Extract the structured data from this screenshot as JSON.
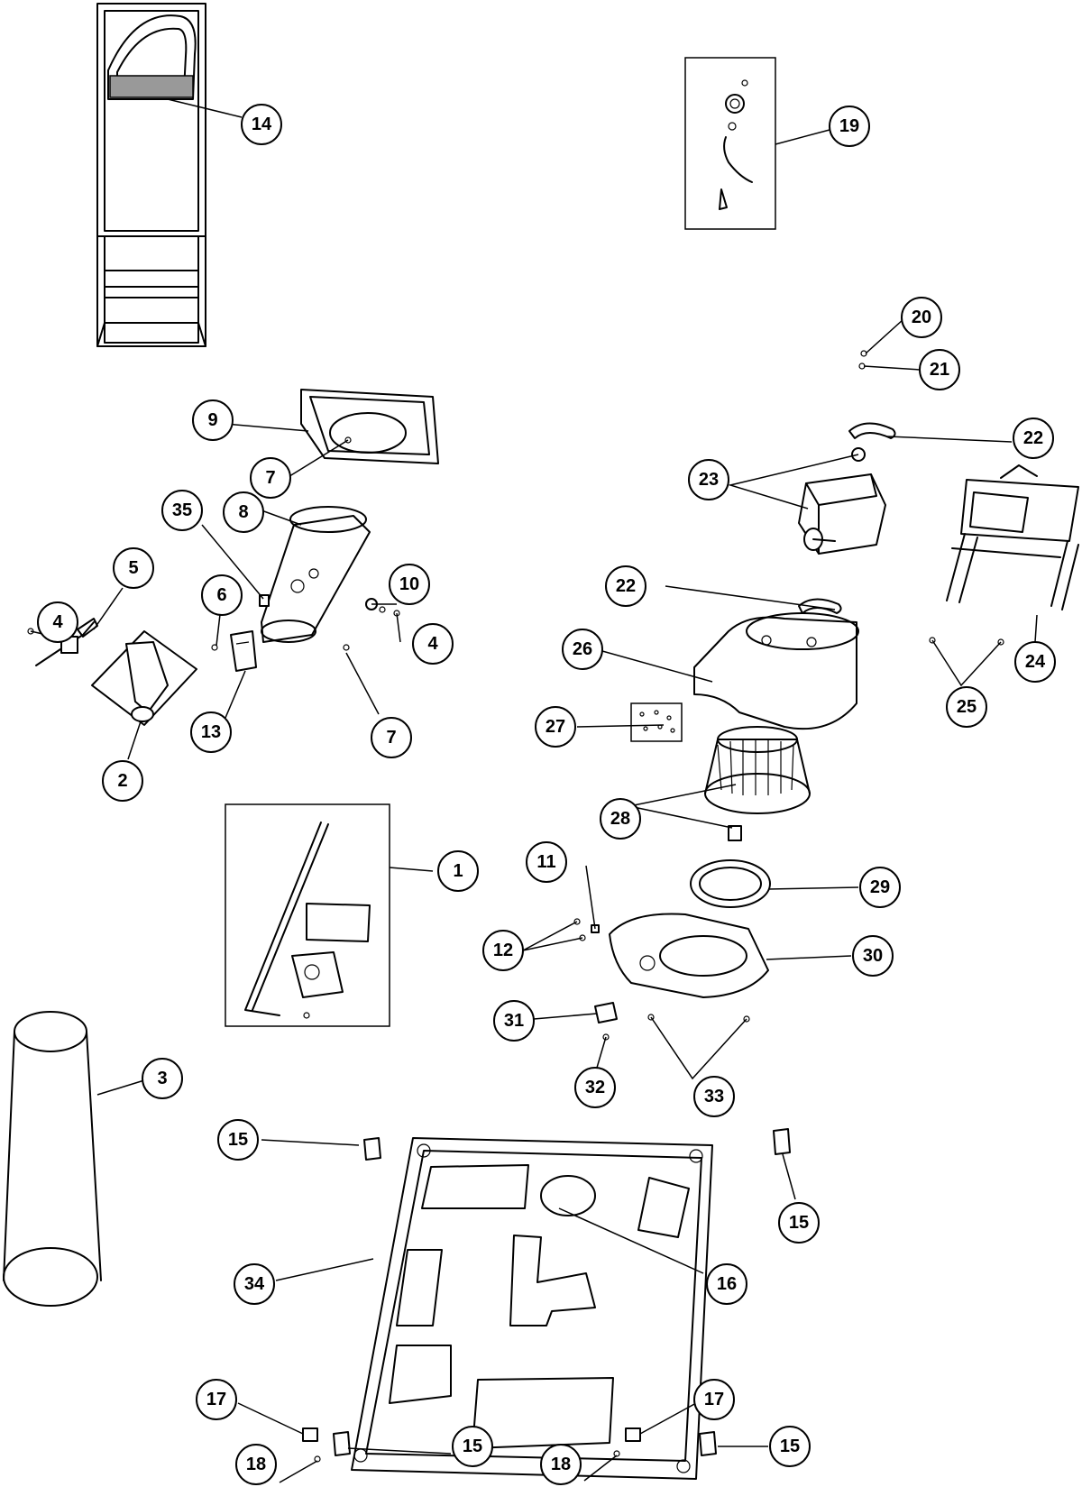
{
  "callouts": {
    "c14": "14",
    "c19": "19",
    "c20": "20",
    "c21": "21",
    "c22a": "22",
    "c22b": "22",
    "c23": "23",
    "c24": "24",
    "c25": "25",
    "c26": "26",
    "c27": "27",
    "c28": "28",
    "c29": "29",
    "c30": "30",
    "c9": "9",
    "c7a": "7",
    "c7b": "7",
    "c8": "8",
    "c35": "35",
    "c5": "5",
    "c4a": "4",
    "c4b": "4",
    "c6": "6",
    "c10": "10",
    "c13": "13",
    "c2": "2",
    "c1": "1",
    "c11": "11",
    "c12": "12",
    "c31": "31",
    "c32": "32",
    "c33": "33",
    "c3": "3",
    "c15a": "15",
    "c15b": "15",
    "c15c": "15",
    "c15d": "15",
    "c34": "34",
    "c16": "16",
    "c17a": "17",
    "c17b": "17",
    "c18a": "18",
    "c18b": "18"
  }
}
